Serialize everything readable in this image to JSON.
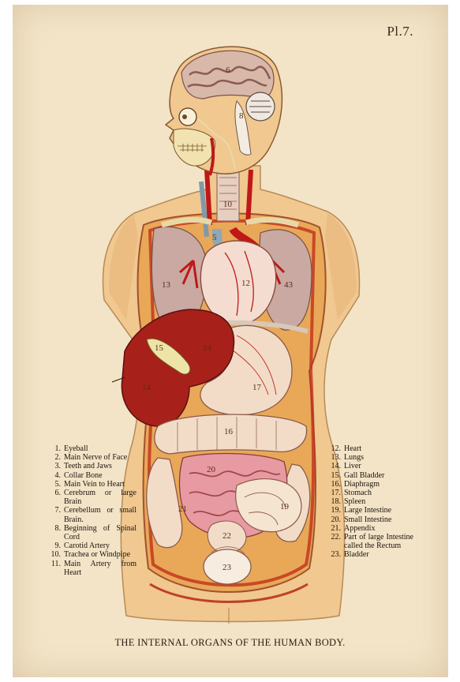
{
  "plate_label": "Pl.7.",
  "caption": "THE INTERNAL ORGANS OF THE HUMAN BODY.",
  "legend_left": [
    {
      "n": "1.",
      "t": "Eyeball"
    },
    {
      "n": "2.",
      "t": "Main Nerve of Face"
    },
    {
      "n": "3.",
      "t": "Teeth and Jaws"
    },
    {
      "n": "4.",
      "t": "Collar Bone"
    },
    {
      "n": "5.",
      "t": "Main Vein to Heart"
    },
    {
      "n": "6.",
      "t": "Cerebrum or large Brain"
    },
    {
      "n": "7.",
      "t": "Cerebellum or small Brain."
    },
    {
      "n": "8.",
      "t": "Beginning of Spinal Cord"
    },
    {
      "n": "9.",
      "t": "Carotid Artery"
    },
    {
      "n": "10.",
      "t": "Trachea or Windpipe"
    },
    {
      "n": "11.",
      "t": "Main Artery from Heart"
    }
  ],
  "legend_right": [
    {
      "n": "12.",
      "t": "Heart"
    },
    {
      "n": "13.",
      "t": "Lungs"
    },
    {
      "n": "14.",
      "t": "Liver"
    },
    {
      "n": "15.",
      "t": "Gall Bladder"
    },
    {
      "n": "16.",
      "t": "Diaphragm"
    },
    {
      "n": "17.",
      "t": "Stomach"
    },
    {
      "n": "18.",
      "t": "Spleen"
    },
    {
      "n": "19.",
      "t": "Large Intestine"
    },
    {
      "n": "20.",
      "t": "Small Intestine"
    },
    {
      "n": "21.",
      "t": "Appendix"
    },
    {
      "n": "22.",
      "t": "Part of large Intestine called the Rectum"
    },
    {
      "n": "23.",
      "t": "Bladder"
    }
  ],
  "figure_labels": {
    "brain": "6",
    "spinal": "8",
    "trachea": "10",
    "vein": "5",
    "heart": "12",
    "lung_l": "13",
    "lung_r": "43",
    "gall": "15",
    "liver_a": "14",
    "liver_b": "14",
    "stomach": "17",
    "colon": "19",
    "appendix": "21",
    "rectum": "22",
    "bladder": "23",
    "smallint": "20",
    "transverse": "16"
  },
  "colors": {
    "paper": "#f3e4c8",
    "skin": "#f0c890",
    "liver": "#a8201a",
    "heart": "#f4ddd0",
    "intestine": "#f2dcc8",
    "lung": "#c8a8a0"
  }
}
